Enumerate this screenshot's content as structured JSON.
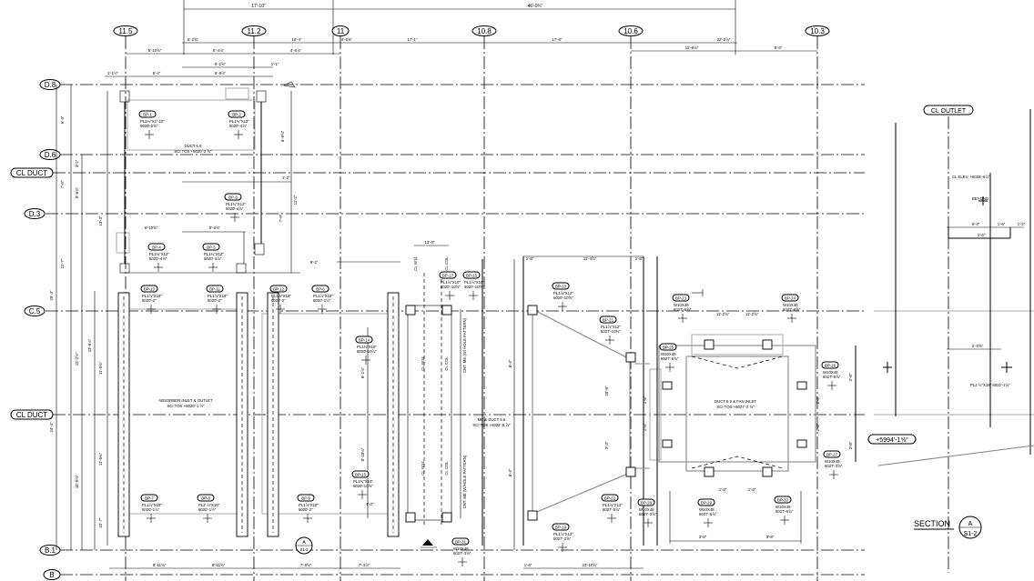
{
  "grid": {
    "columns": [
      "11.5",
      "11.2",
      "11",
      "10.8",
      "10.6",
      "10.3"
    ],
    "rows": [
      "D.8",
      "D.6",
      "D.3",
      "C.5",
      "B.1",
      "B"
    ],
    "cl_tags": [
      "CL DUCT",
      "CL DUCT"
    ]
  },
  "dimensions": {
    "top_spans": [
      "17'-10\"",
      "46'-0¾\""
    ],
    "row2": [
      "5'-2⅝\"",
      "10'-4\"",
      "4'-5⅝\"",
      "17'-1\"",
      "17'-8\"",
      "22'-2⅞\"",
      "8'-6\""
    ],
    "row3": [
      "6'-10⅝\"",
      "6'-4⅞\"",
      "4'-6⅞\"",
      "12'-6⅛\""
    ],
    "misc": [
      "1'-1½\"",
      "6'-4\"",
      "6'-2⅝\"",
      "6'-8⅞\"",
      "1'-1\"",
      "2'-2\"",
      "8'-4\"",
      "6'-9⅝\"",
      "7'-9\"",
      "8'-6⅝\"",
      "6'-10⅝\"",
      "6'-11⅝\"",
      "1'-2\"",
      "8'-2\"",
      "11'-2\"",
      "29'-6\"",
      "3'-3\"",
      "2'-8\"",
      "11'-4⅞\"",
      "1'-8\"",
      "11'-2⅝\"",
      "1'-6\"",
      "3'-8\"",
      "8'-0\"",
      "2'-6¾\"",
      "5'-8\"",
      "9'-0\"",
      "10'-0\"",
      "13'-0\"",
      "8'-10⅛\"",
      "8'-2⅞\"",
      "4'-3\""
    ],
    "bottom": [
      "8'-11⅝\"",
      "6'-11⅝\"",
      "7'-5½\"",
      "7'-4⅞\"",
      "23'-10⅝\"",
      "1'-8\""
    ],
    "left": [
      "6'-4\"",
      "3'-2\"",
      "7'-9\"",
      "8'-6⅝\"",
      "13'-3\"",
      "11'-7\"",
      "29'-4\"",
      "12'-2⅝\"",
      "13'-6⅛\"",
      "11'-5⅜\"",
      "24'-4\"",
      "10'-9⅝\"",
      "11'-5⅜\"",
      "22'-7\""
    ]
  },
  "notes": {
    "absorber": "ABSORBER INLET & OUTLET",
    "absorber_tos": "SCI TOS +6020'-1 ½\"",
    "duct_top": "DUCT 6.6",
    "duct_top_tos": "SCI TOS +6020'-2 ⅝\"",
    "me_duct": "ME & DUCT 6.6",
    "me_duct_tos": "SCI TOS +6022'-8 ⅞\"",
    "fan_inlet": "DUCT 6.6 & FAN INLET",
    "fan_inlet_tos": "SCI TOS +6027'-2 ⅝\"",
    "vertical_1": "CNT. ME (W/ HOLE PATTERN)",
    "vertical_2": "CNT. ME (W/HOLE PATTERN)",
    "cl_w14": "CL W14",
    "cl_col": "CL COL",
    "elev": "+5994'-1⅝\"",
    "cl_outlet": "CL OUTLET",
    "cl_elev": "CL ELEV. +6022'-6⅞\"",
    "beyond": "BEYOND",
    "right_dim1": "6'-4\"",
    "right_dim2": "1'-6\"",
    "right_dim3": "1'-2\"",
    "right_dim4": "1'-6\"",
    "right_dim5": "2'-0⅝\"",
    "right_bp": "PL2 ½\"X18\" 6022'-1⅞\""
  },
  "bp_tags": [
    {
      "tag": "BP-1",
      "pl": "PL1¾\"X1'-10\"",
      "el": "6020'-2⅝\""
    },
    {
      "tag": "BP-2",
      "pl": "PL1¾\"X12\"",
      "el": "6020'-4⅞\""
    },
    {
      "tag": "BP-3",
      "pl": "PL1¾\"X12\"",
      "el": "6020'-4⅞\""
    },
    {
      "tag": "BP-4",
      "pl": "PL1¾\"X12\"",
      "el": "6020'-4⅞\""
    },
    {
      "tag": "BP-5",
      "pl": "PL1¾\"X12\"",
      "el": "6020'-4⅞\""
    },
    {
      "tag": "BP-10",
      "pl": "PL1⅞\"X18\"",
      "el": "6020'-2\""
    },
    {
      "tag": "BP-11",
      "pl": "PL1⅞\"X18\"",
      "el": "6020'-2\""
    },
    {
      "tag": "BP-12",
      "pl": "PL1⅞\"X18\"",
      "el": "6020'-2\""
    },
    {
      "tag": "BP-6",
      "pl": "PL1⅞\"X18\"",
      "el": "6020'-1½\""
    },
    {
      "tag": "BP-7",
      "pl": "PL1⅞\"X18\"",
      "el": "6020'-1½\""
    },
    {
      "tag": "BP-8",
      "pl": "PL2 ⅞\"X18\"",
      "el": "6020'-1½\""
    },
    {
      "tag": "BP-9",
      "pl": "PL1⅞\"X18\"",
      "el": "6020'-2\""
    },
    {
      "tag": "BP-14",
      "pl": "PL1¾\"X10\"",
      "el": "6020'-10⅞\""
    },
    {
      "tag": "BP-15",
      "pl": "PL1¾\"X10\"",
      "el": "6020'-10⅝\""
    },
    {
      "tag": "BP-16",
      "pl": "PL1⅞\"X10\"",
      "el": "6020'-10⅝\""
    },
    {
      "tag": "BP-17",
      "pl": "PL1⅞\"X10\"",
      "el": "6020'-10⅝\""
    },
    {
      "tag": "BP-20",
      "pl": "PL1⅞\"X12\"",
      "el": "6020'-10⅝\""
    },
    {
      "tag": "BP-21",
      "pl": "PL1⅞\"X12\"",
      "el": "6027'-10⅜\""
    },
    {
      "tag": "BP-18",
      "pl": "PL1⅞\"X12\"",
      "el": "6027'-2⅝\""
    },
    {
      "tag": "BP-22",
      "pl": "PL1⅞\"X12\"",
      "el": "6027'-5⅝\""
    },
    {
      "tag": "BP-23",
      "pl": "W10X49",
      "el": "6027'-6⅝\""
    },
    {
      "tag": "BP-24",
      "pl": "W10X49",
      "el": "6027'-6⅝\""
    },
    {
      "tag": "BP-25",
      "pl": "W10X49",
      "el": "6027'-6⅝\""
    },
    {
      "tag": "BP-26",
      "pl": "W10X49",
      "el": "6027'-6⅝\""
    },
    {
      "tag": "BP-27",
      "pl": "W10X49",
      "el": "6027'-3⅝\""
    },
    {
      "tag": "BP-28",
      "pl": "W10X49",
      "el": "6027'-3⅝\""
    },
    {
      "tag": "BP-29",
      "pl": "W10X49",
      "el": "6027'-6⅝\""
    },
    {
      "tag": "BP-30",
      "pl": "W10X49",
      "el": "6027'-6⅝\""
    },
    {
      "tag": "BP-31",
      "pl": "W10X49",
      "el": "6027'-3⅝\""
    }
  ],
  "section": {
    "label": "SECTION",
    "letter": "A",
    "sheet": "S1-2",
    "bubble_letter": "A",
    "bubble_sheet": "S1-2"
  }
}
